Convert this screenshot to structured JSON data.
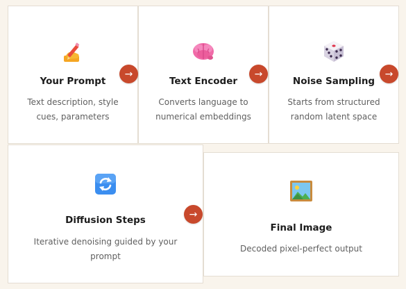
{
  "steps": [
    {
      "title": "Your Prompt",
      "desc_line1": "Text description, style",
      "desc_line2": "cues, parameters",
      "icon": "writing-hand-icon"
    },
    {
      "title": "Text Encoder",
      "desc_line1": "Converts language to",
      "desc_line2": "numerical embeddings",
      "icon": "brain-icon"
    },
    {
      "title": "Noise Sampling",
      "desc_line1": "Starts from structured",
      "desc_line2": "random latent space",
      "icon": "dice-icon"
    },
    {
      "title": "Diffusion Steps",
      "desc_line1": "Iterative denoising guided by your",
      "desc_line2": "prompt",
      "icon": "cycle-arrows-icon"
    },
    {
      "title": "Final Image",
      "desc_line1": "Decoded pixel-perfect output",
      "icon": "framed-picture-icon"
    }
  ],
  "arrow_glyph": "→",
  "colors": {
    "background": "#f9f4ec",
    "card": "#ffffff",
    "border": "#e4ddd2",
    "arrow": "#c8492c"
  }
}
